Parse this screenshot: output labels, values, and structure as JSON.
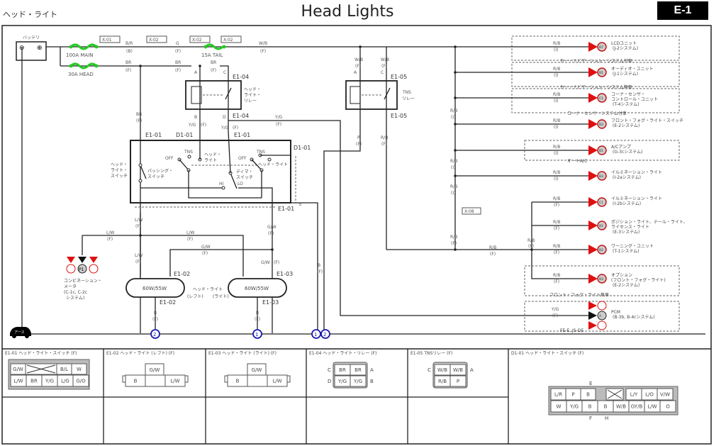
{
  "header": {
    "jp_title": "ヘッド・ライト",
    "title": "Head Lights",
    "page": "E-1"
  },
  "battery": {
    "label": "バッテリ",
    "neg": "⊖",
    "pos": "⊕"
  },
  "fuses": [
    {
      "label": "100A MAIN"
    },
    {
      "label": "30A HEAD"
    },
    {
      "label": "15A TAIL"
    }
  ],
  "joint_tags": [
    "X-01",
    "X-02",
    "X-02",
    "X-02",
    "X-08"
  ],
  "wires": {
    "br": "BR",
    "br_code": "(F)",
    "br_b": "B/R",
    "br_b_code": "(B)",
    "g": "G",
    "g_code": "(F)",
    "wb": "W/B",
    "wb_code": "(F)",
    "yg": "Y/G",
    "yg_code": "(F)",
    "p": "P",
    "p_code": "(F)",
    "rb": "R/B",
    "rb_i": "(I)",
    "rb_f": "(F)",
    "lw": "L/W",
    "lw_code": "(F)",
    "gw": "G/W",
    "gw_code": "(F)",
    "b": "B",
    "b_code": "(F)"
  },
  "relays": {
    "headlight": {
      "label1": "ヘッド・",
      "label2": "ライト・",
      "label3": "リレー",
      "connector": "E1-04",
      "pin_a": "A",
      "pin_b": "B",
      "pin_c": "C",
      "pin_d": "D"
    },
    "tns": {
      "label1": "TNS",
      "label2": "リレー",
      "connector": "E1-05",
      "pin_a": "A",
      "pin_c": "C"
    }
  },
  "switch": {
    "conn_e101": "E1-01",
    "conn_d101": "D1-01",
    "pin_e": "E",
    "left_label1": "ヘッド・",
    "left_label2": "ライト・",
    "left_label3": "スイッチ",
    "passing": "パッシング・",
    "passing2": "スイッチ",
    "off1": "OFF",
    "tns1": "TNS",
    "head1": "ヘッド・",
    "head1b": "ライト",
    "off2": "OFF",
    "tns2": "TNS",
    "head2": "ヘッド・ライト",
    "dimmer": "ディマ・",
    "dimmer2": "スイッチ",
    "hi": "HI",
    "lo": "LO"
  },
  "headlamps": {
    "left": {
      "rating": "60W/55W",
      "connector": "E1-02",
      "side": "(レフト)"
    },
    "right": {
      "rating": "60W/55W",
      "connector": "E1-03",
      "side": "(ライト)"
    },
    "center_label": "ヘッド・ライト"
  },
  "meter": {
    "code": "P1",
    "label1": "コンビネーション・",
    "label2": "メータ",
    "label3": "(C-1c, C-2c",
    "label4": "システム)"
  },
  "ground": {
    "label": "アース",
    "points": [
      "2",
      "1",
      "1",
      "2"
    ]
  },
  "destinations": [
    {
      "code": "B7",
      "name": "LCDユニット",
      "system": "(J-2システム)"
    },
    {
      "code": "B1",
      "name": "オーディオ・ユニット",
      "system": "(J-1システム)"
    },
    {
      "code": "C1",
      "name": "コーナ・センサ・",
      "name2": "コントロール・ユニット",
      "system": "(T-4システム)"
    },
    {
      "code": "B3",
      "name": "フロント・フォグ・ライト・スイッチ",
      "system": "(E-2システム)"
    },
    {
      "code": "B1",
      "name": "A/Cアンプ",
      "system": "(G-3cシステム)"
    },
    {
      "code": "B3",
      "name": "イルミネーション・ライト",
      "system": "(I-2aシステム)"
    },
    {
      "code": "C1",
      "name": "イルミネーション・ライト",
      "system": "(I-2bシステム)"
    },
    {
      "code": "B1",
      "name": "ポジション・ライト、テール・ライト、",
      "name2": "ライセンス・ライト",
      "system": "(E-3システム)"
    },
    {
      "code": "B2",
      "name": "ワーニング・ユニット",
      "system": "(T-1システム)"
    },
    {
      "code": "B3",
      "name": "オプション",
      "name2": "(フロント・フォグ・ライト)",
      "system": "(E-2システム)"
    },
    {
      "code": "A",
      "name": "PCM",
      "system": "(B-3b, B-4cシステム)"
    }
  ],
  "option_groups": [
    "カー・ナビゲーション・システム付車",
    "カー・ナビゲーション・システム無車",
    "コーナ・センサ・システム付車",
    "オートA/C",
    "フロント・フォグ・ライト無車",
    "FE-E, JS-DE"
  ],
  "connectors": [
    {
      "id": "E1-01",
      "title": "E1-01 ヘッド・ライト・スイッチ (F)",
      "row1": [
        "G/W",
        "",
        "B/L",
        "W"
      ],
      "row2": [
        "L/W",
        "BR",
        "Y/G",
        "L/G",
        "G/O"
      ]
    },
    {
      "id": "E1-02",
      "title": "E1-02 ヘッド・ライト (レフト) (F)",
      "top": "G/W",
      "row": [
        "B",
        "",
        "L/W"
      ]
    },
    {
      "id": "E1-03",
      "title": "E1-03 ヘッド・ライト (ライト) (F)",
      "top": "G/W",
      "row": [
        "B",
        "",
        "L/W"
      ]
    },
    {
      "id": "E1-04",
      "title": "E1-04 ヘッド・ライト・リレー (F)",
      "row1": [
        "BR",
        "BR"
      ],
      "row2": [
        "Y/G",
        "Y/G"
      ],
      "pins": [
        "C",
        "A",
        "D",
        "B"
      ]
    },
    {
      "id": "E1-05",
      "title": "E1-05 TNSリレー (F)",
      "row1": [
        "W/B",
        "W/B"
      ],
      "row2": [
        "R/B",
        "P"
      ],
      "pins": [
        "C",
        "A"
      ]
    },
    {
      "id": "D1-01",
      "title": "D1-01 ヘッド・ライト・スイッチ (F)",
      "row1": [
        "L/R",
        "P",
        "B",
        "",
        "L/Y",
        "L/O",
        "V/W"
      ],
      "row2": [
        "W",
        "Y/G",
        "B",
        "B",
        "W/B",
        "GY/B",
        "L/W",
        "O"
      ],
      "pin_e": "E",
      "pin_f": "F",
      "pin_h": "H"
    }
  ],
  "colors": {
    "fuse": "#22cc22",
    "arrow": "#e01010",
    "ground_circle": "#1a1aaa"
  }
}
